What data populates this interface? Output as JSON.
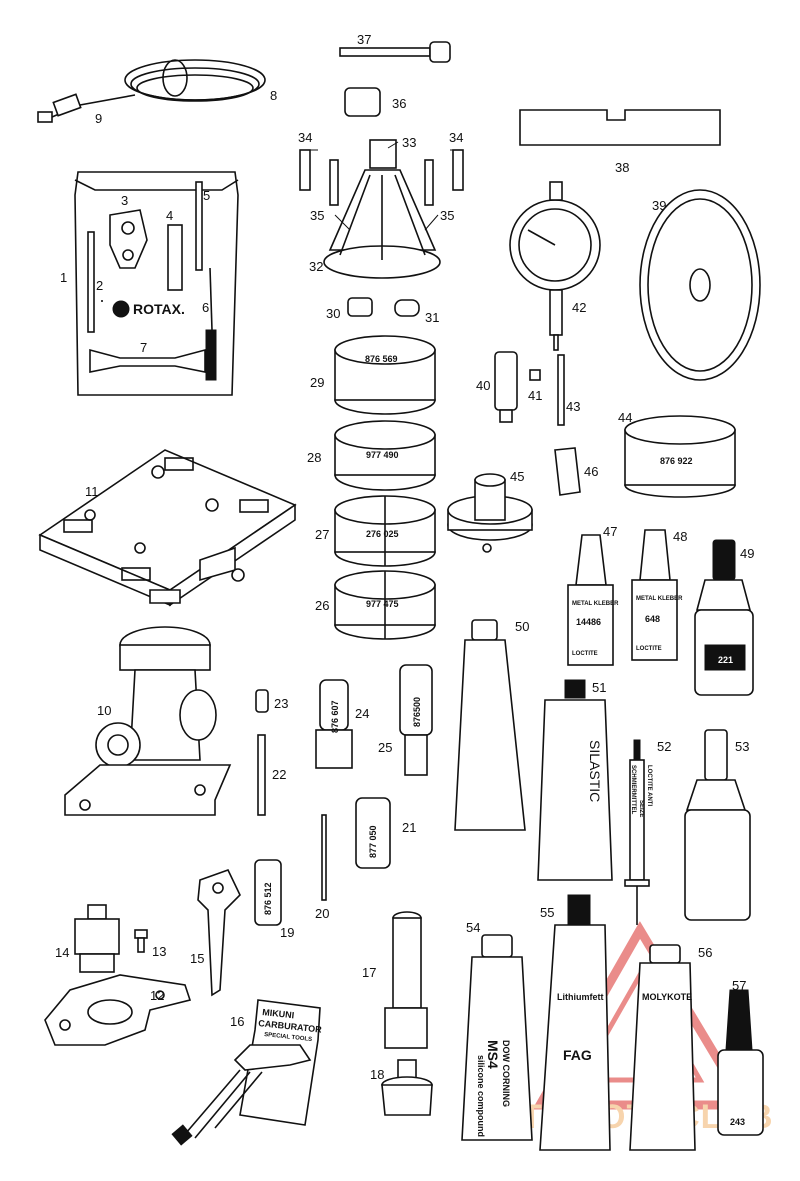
{
  "callouts": {
    "n1": "1",
    "n2": "2",
    "n3": "3",
    "n4": "4",
    "n5": "5",
    "n6": "6",
    "n7": "7",
    "n8": "8",
    "n9": "9",
    "n10": "10",
    "n11": "11",
    "n12": "12",
    "n13": "13",
    "n14": "14",
    "n15": "15",
    "n16": "16",
    "n17": "17",
    "n18": "18",
    "n19": "19",
    "n20": "20",
    "n21": "21",
    "n22": "22",
    "n23": "23",
    "n24": "24",
    "n25": "25",
    "n26": "26",
    "n27": "27",
    "n28": "28",
    "n29": "29",
    "n30": "30",
    "n31": "31",
    "n32": "32",
    "n33": "33",
    "n34a": "34",
    "n34b": "34",
    "n35a": "35",
    "n35b": "35",
    "n36": "36",
    "n37": "37",
    "n38": "38",
    "n39": "39",
    "n40": "40",
    "n41": "41",
    "n42": "42",
    "n43": "43",
    "n44": "44",
    "n45": "45",
    "n46": "46",
    "n47": "47",
    "n48": "48",
    "n49": "49",
    "n50": "50",
    "n51": "51",
    "n52": "52",
    "n53": "53",
    "n54": "54",
    "n55": "55",
    "n56": "56",
    "n57": "57"
  },
  "part_markings": {
    "ring29": "876 569",
    "ring28": "977 490",
    "ring27": "276 025",
    "ring26": "977 475",
    "ring44": "876 922",
    "tool24": "876 607",
    "tool25": "876500",
    "tool21": "877 050",
    "tool19": "876 512"
  },
  "labels": {
    "rotax": "ROTAX.",
    "mikuni_line1": "MIKUNI",
    "mikuni_line2": "CARBURATOR",
    "mikuni_line3": "SPECIAL TOOLS",
    "metal_kleber": "METAL KLEBER",
    "loctite_a_num": "14486",
    "loctite_b_num": "648",
    "loctite": "LOCTITE",
    "silastic": "SILASTIC",
    "anti_seize_1": "LOCTITE ANTI",
    "anti_seize_2": "SEIZE",
    "anti_seize_3": "SCHMIERMITTEL",
    "dow_corning": "DOW CORNING",
    "ms4": "MS4",
    "silicone_compound": "silicone compound",
    "lithiumfett": "Lithiumfett",
    "fag": "FAG",
    "molykote": "MOLYKOTE",
    "bottle49": "221",
    "bottle57": "243"
  },
  "watermark": {
    "text": "AUTOMOTOCLUB",
    "color": "#f2b26b"
  }
}
